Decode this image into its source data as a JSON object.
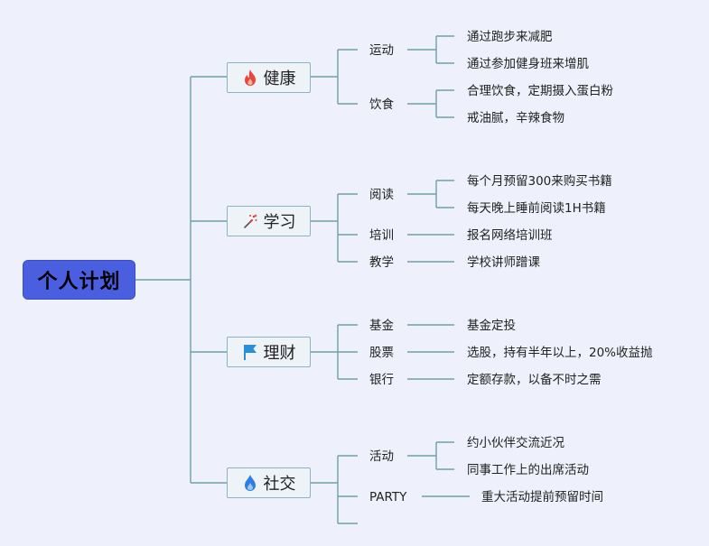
{
  "root": {
    "label": "个人计划"
  },
  "branches": [
    {
      "label": "健康",
      "icon": "fire-icon",
      "subs": [
        {
          "label": "运动",
          "leaves": [
            "通过跑步来减肥",
            "通过参加健身班来增肌"
          ]
        },
        {
          "label": "饮食",
          "leaves": [
            "合理饮食，定期摄入蛋白粉",
            "戒油腻，辛辣食物"
          ]
        }
      ]
    },
    {
      "label": "学习",
      "icon": "magic-wand-icon",
      "subs": [
        {
          "label": "阅读",
          "leaves": [
            "每个月预留300来购买书籍",
            "每天晚上睡前阅读1H书籍"
          ]
        },
        {
          "label": "培训",
          "leaves": [
            "报名网络培训班"
          ]
        },
        {
          "label": "教学",
          "leaves": [
            "学校讲师蹭课"
          ]
        }
      ]
    },
    {
      "label": "理财",
      "icon": "flag-icon",
      "subs": [
        {
          "label": "基金",
          "leaves": [
            "基金定投"
          ]
        },
        {
          "label": "股票",
          "leaves": [
            "选股，持有半年以上，20%收益抛"
          ]
        },
        {
          "label": "银行",
          "leaves": [
            "定额存款，以备不时之需"
          ]
        }
      ]
    },
    {
      "label": "社交",
      "icon": "water-drop-icon",
      "subs": [
        {
          "label": "活动",
          "leaves": [
            "约小伙伴交流近况",
            "同事工作上的出席活动"
          ]
        },
        {
          "label": "PARTY",
          "leaves": [
            "重大活动提前预留时间"
          ]
        },
        {
          "label": "",
          "leaves": []
        }
      ]
    }
  ],
  "colors": {
    "background": "#eef1fb",
    "root_fill": "#4a5fe0",
    "line": "#6fa0a8",
    "fire": "#e8453c",
    "wand": "#d9402f",
    "flag": "#2b8fd6",
    "drop": "#2f7fe0"
  }
}
